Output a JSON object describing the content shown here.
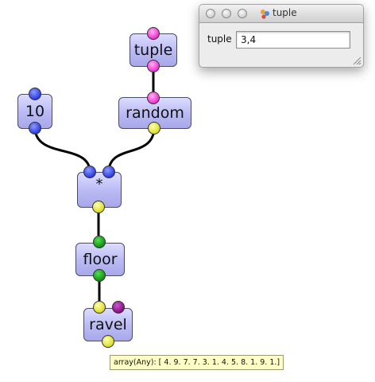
{
  "nodes": {
    "tuple": "tuple",
    "random": "random",
    "ten": "10",
    "multiply": "*",
    "floor": "floor",
    "ravel": "ravel"
  },
  "tooltip": "array(Any): [ 4.  9.  7.  7.  3.  1.  4.  5.  8.  1.  9.  1.]",
  "tuple_window": {
    "title": "tuple",
    "field_label": "tuple",
    "field_value": "3,4"
  },
  "colors": {
    "port_magenta": "#ff33dd",
    "port_blue": "#3344ee",
    "port_yellow": "#eeee33",
    "port_green": "#11aa11",
    "port_purple": "#991199",
    "node_fill": "#b9b9f3"
  }
}
